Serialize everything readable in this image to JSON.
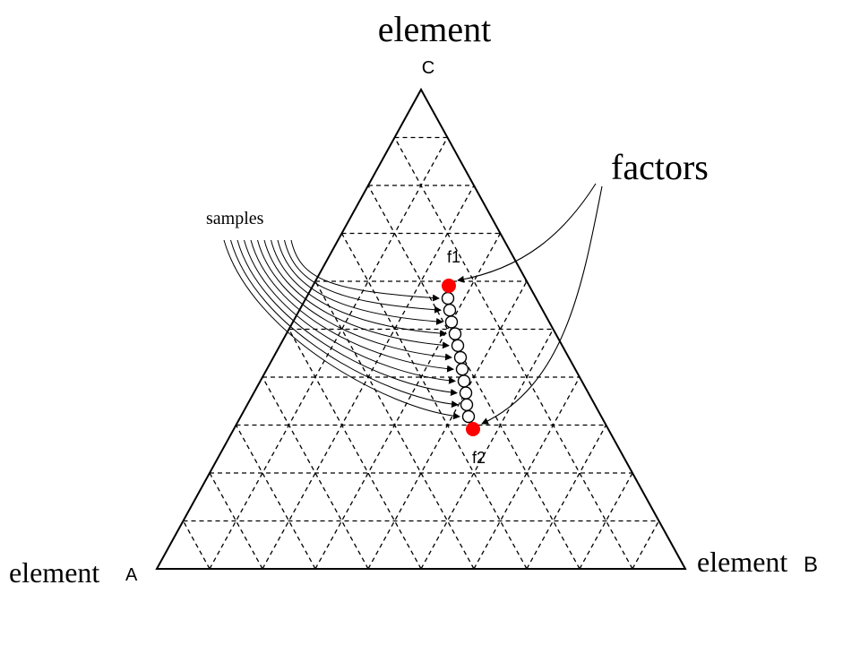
{
  "labels": {
    "top_element": "element",
    "vertex_c": "C",
    "left_element": "element",
    "vertex_a": "A",
    "right_element": "element",
    "vertex_b": "B",
    "factors": "factors",
    "samples": "samples",
    "f1": "f1",
    "f2": "f2"
  },
  "grid_divisions": 10,
  "colors": {
    "factor_marker": "#ff0000",
    "lines": "#000000"
  },
  "sample_count": 11
}
